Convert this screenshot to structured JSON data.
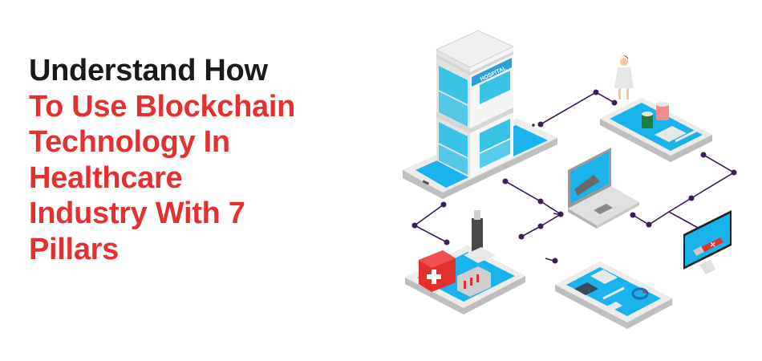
{
  "headline": {
    "lines": [
      {
        "text": "Understand How",
        "color": "#1a1a1a"
      },
      {
        "text": "To Use Blockchain",
        "color": "#e4302f"
      },
      {
        "text": "Technology In",
        "color": "#e4302f"
      },
      {
        "text": "Healthcare",
        "color": "#e4302f"
      },
      {
        "text": "Industry With 7",
        "color": "#e4302f"
      },
      {
        "text": "Pillars",
        "color": "#e4302f"
      }
    ]
  },
  "illustration": {
    "hospital_sign": "HOSPITAL",
    "nodes": [
      {
        "name": "hospital-phone",
        "icon": "hospital-building-icon"
      },
      {
        "name": "doctor-pharmacy-phone",
        "icon": "doctor-icon"
      },
      {
        "name": "laptop-ultrasound",
        "icon": "laptop-icon"
      },
      {
        "name": "monitor-usb",
        "icon": "usb-drive-icon"
      },
      {
        "name": "lab-phone",
        "icon": "microscope-icon"
      },
      {
        "name": "devices-phone",
        "icon": "wearable-devices-icon"
      }
    ],
    "colors": {
      "screen": "#1ab3ec",
      "device": "#e6e6e6",
      "device_edge": "#bfbfbf",
      "line": "#3d1d55",
      "accent_red": "#e4302f"
    }
  }
}
